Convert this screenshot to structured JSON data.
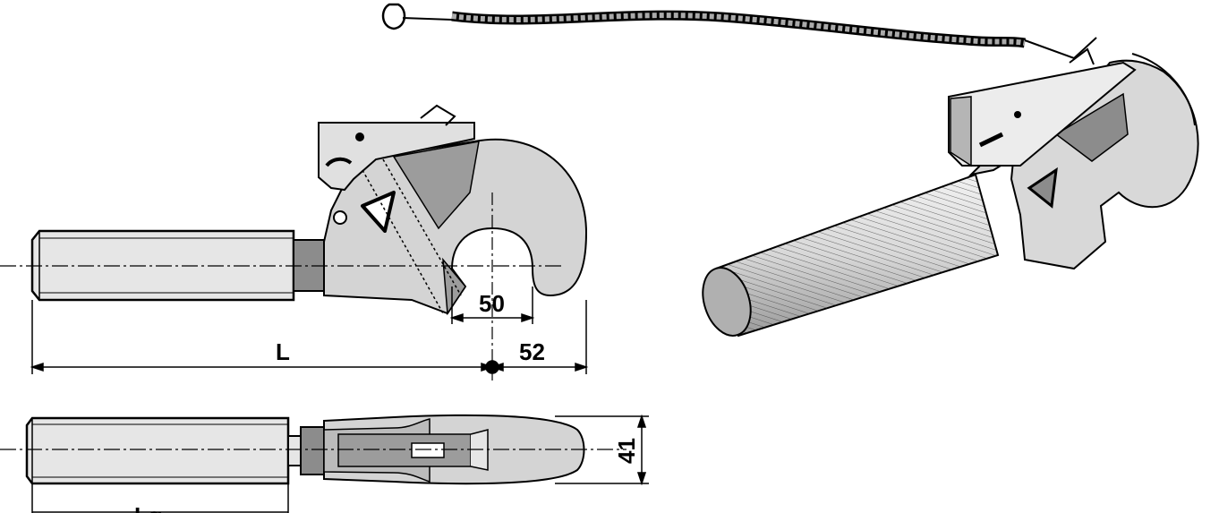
{
  "drawing": {
    "dimensions": {
      "slot_width": "50",
      "length": "L",
      "hook_offset": "52",
      "width": "41",
      "thread_length": "Lg"
    },
    "colors": {
      "line": "#000000",
      "fill_light": "#e6e6e6",
      "fill_mid": "#c8c8c8",
      "fill_dark": "#8c8c8c"
    }
  }
}
